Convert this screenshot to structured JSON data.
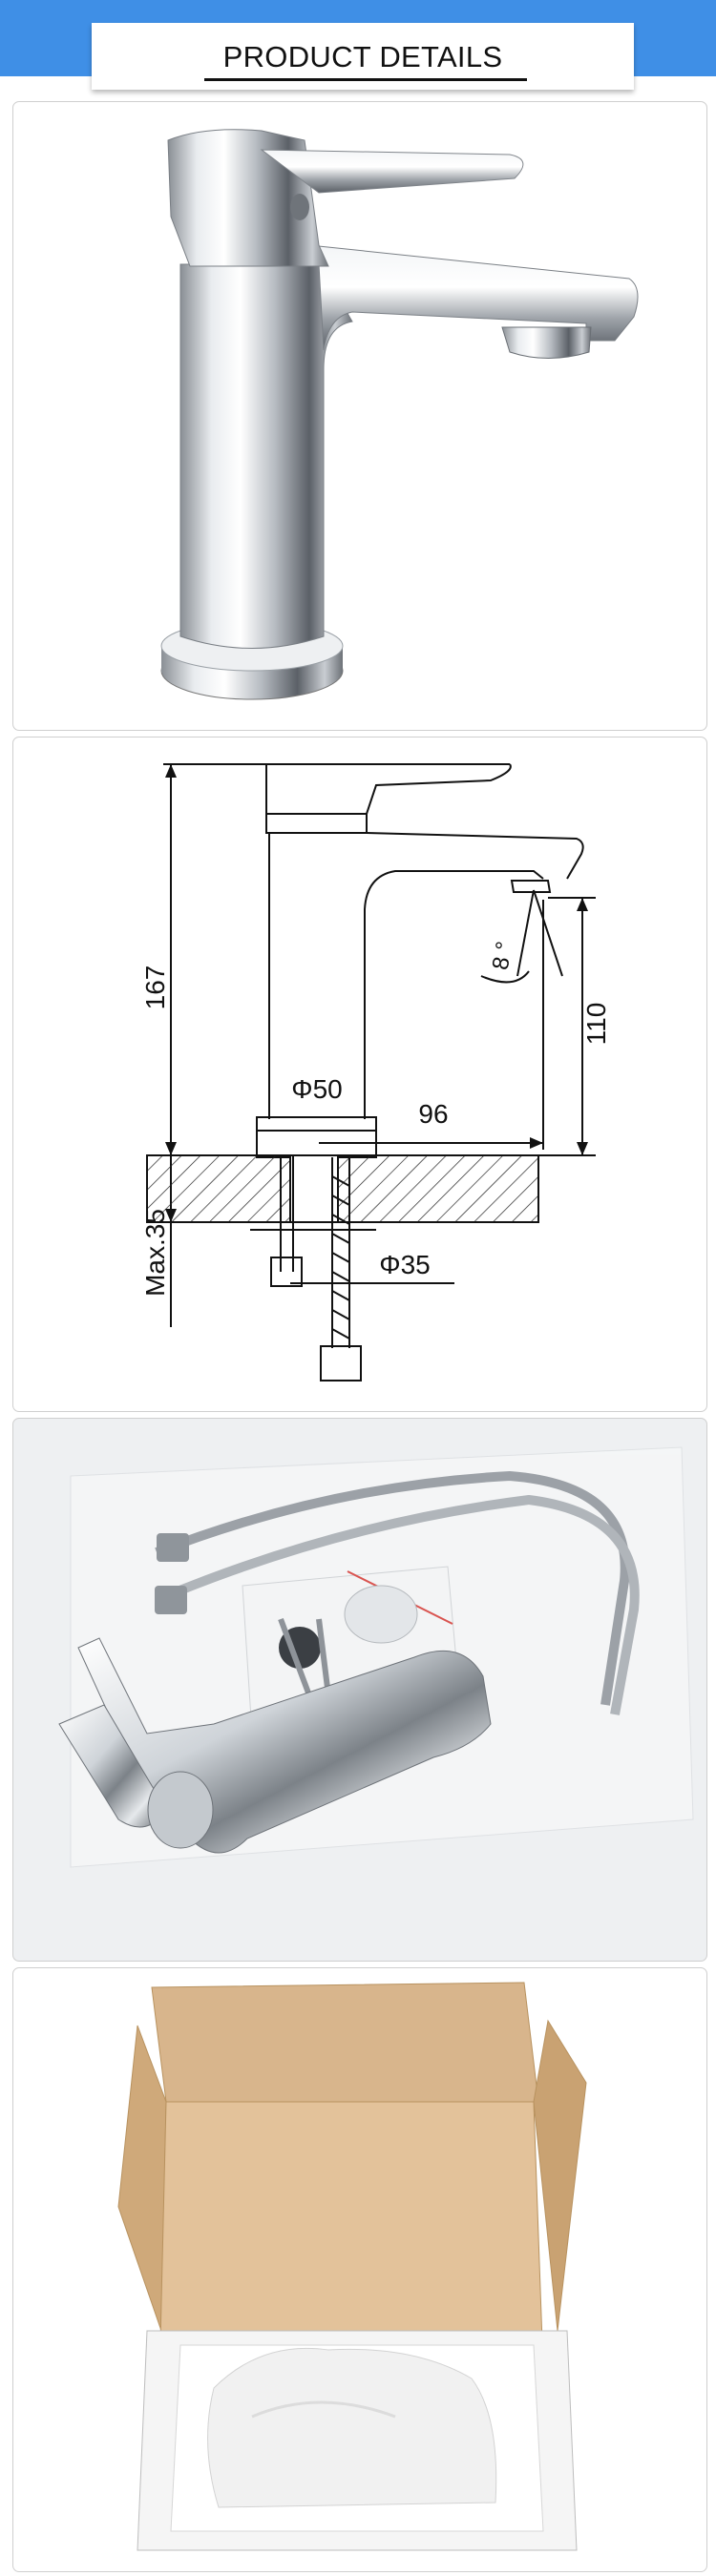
{
  "header": {
    "title": "PRODUCT DETAILS",
    "band_color": "#3f8fe6"
  },
  "panels": [
    {
      "name": "faucet-photo",
      "icon": "faucet-product-image"
    },
    {
      "name": "dimension-drawing",
      "icon": "technical-drawing"
    },
    {
      "name": "accessories-photo",
      "icon": "faucet-with-hoses-and-fittings"
    },
    {
      "name": "packaging-photo",
      "icon": "open-cardboard-box"
    }
  ],
  "dimensions": {
    "height": "167",
    "spout_height": "110",
    "base_diameter": "Φ50",
    "reach": "96",
    "thread_diameter": "Φ35",
    "max_deck": "Max.35",
    "angle": "8 °"
  }
}
